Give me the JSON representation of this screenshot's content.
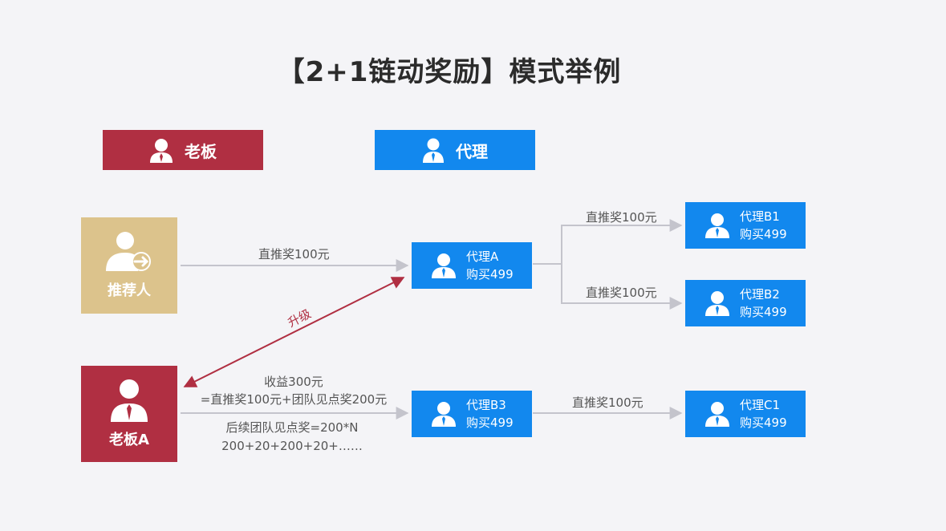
{
  "title": "【2+1链动奖励】模式举例",
  "legend": {
    "boss": "老板",
    "agent": "代理"
  },
  "nodes": {
    "referrer": "推荐人",
    "boss_a": "老板A",
    "agent_a": {
      "name": "代理A",
      "purchase": "购买499"
    },
    "agent_b1": {
      "name": "代理B1",
      "purchase": "购买499"
    },
    "agent_b2": {
      "name": "代理B2",
      "purchase": "购买499"
    },
    "agent_b3": {
      "name": "代理B3",
      "purchase": "购买499"
    },
    "agent_c1": {
      "name": "代理C1",
      "purchase": "购买499"
    }
  },
  "edges": {
    "referrer_to_a": "直推奖100元",
    "a_to_b1": "直推奖100元",
    "a_to_b2": "直推奖100元",
    "b3_to_c1": "直推奖100元",
    "upgrade": "升级",
    "income_line1": "收益300元",
    "income_line2": "=直推奖100元+团队见点奖200元",
    "followup_line1": "后续团队见点奖=200*N",
    "followup_line2": "200+20+200+20+……"
  },
  "colors": {
    "boss": "#b02f42",
    "agent": "#1288ee",
    "referrer": "#dcc38c",
    "connector": "#c4c4cc"
  },
  "icons": {
    "boss": "person-icon",
    "agent": "person-tie-icon",
    "referrer": "person-arrow-icon"
  }
}
